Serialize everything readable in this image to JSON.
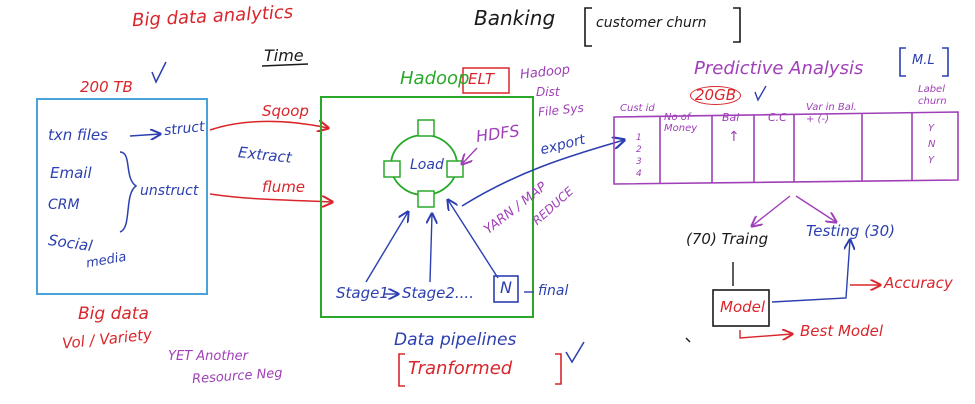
{
  "header": {
    "topic": "Big data analytics",
    "time": "Time",
    "banking": "Banking",
    "customer_churn": "customer churn"
  },
  "sources": {
    "size": "200 TB",
    "txn_files": "txn files",
    "structured": "struct",
    "email": "Email",
    "crm": "CRM",
    "social_media_1": "Social",
    "social_media_2": "media",
    "unstructured": "unstruct",
    "big_data": "Big data",
    "vol_variety": "Vol / Variety"
  },
  "ingest": {
    "sqoop": "Sqoop",
    "extract": "Extract",
    "flume": "flume"
  },
  "hadoop": {
    "title": "Hadoop",
    "elt": "ELT",
    "hadoop_side": "Hadoop",
    "dist_file_sys_1": "Dist",
    "dist_file_sys_2": "File Sys",
    "hdfs": "HDFS",
    "load": "Load",
    "yarn_mapreduce_1": "YARN / MAP",
    "yarn_mapreduce_2": "REDUCE",
    "stage1": "Stage1",
    "stage2": "Stage2....",
    "n": "N",
    "final": "final",
    "yarn_full_1": "YET Another",
    "yarn_full_2": "Resource Neg",
    "pipelines": "Data pipelines",
    "transformed": "Tranformed"
  },
  "export": "export",
  "predictive": {
    "title": "Predictive Analysis",
    "ml": "M.L",
    "size": "20GB",
    "cols": [
      "Cust id",
      "No of Money",
      "Bal",
      "C.C",
      "Var in Bal. + (-)",
      "Label churn"
    ],
    "cust_ids": [
      "1",
      "2",
      "3",
      "4"
    ],
    "bal_arrow": "↑",
    "labels": [
      "Y",
      "N",
      "Y"
    ],
    "training": "(70) Traing",
    "testing": "Testing (30)",
    "model": "Model",
    "accuracy": "Accuracy",
    "best_model": "Best Model"
  },
  "colors": {
    "red": "#d9262c",
    "blue": "#2c3fb0",
    "green": "#2aa82a",
    "purple": "#a040b8",
    "black": "#1a1a1a",
    "source_box": "#4aa3d8"
  }
}
